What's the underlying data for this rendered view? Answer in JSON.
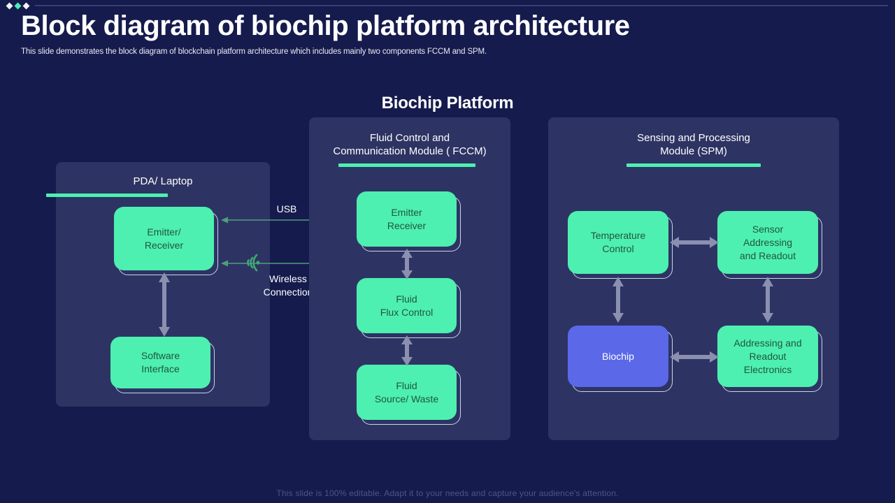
{
  "header": {
    "title": "Block diagram of biochip platform architecture",
    "subtitle": "This slide demonstrates the block diagram of blockchain platform architecture which includes mainly two components FCCM and SPM.",
    "decor_icons": [
      "diamond-icon",
      "diamond-icon",
      "diamond-icon"
    ]
  },
  "diagram": {
    "title": "Biochip Platform",
    "panels": [
      {
        "id": "pda",
        "heading": "PDA/ Laptop",
        "nodes": [
          {
            "label": "Emitter/\nReceiver",
            "line1": "Emitter/",
            "line2": "Receiver",
            "color": "#4DF0B0"
          },
          {
            "label": "Software\nInterface",
            "line1": "Software",
            "line2": "Interface",
            "color": "#4DF0B0"
          }
        ]
      },
      {
        "id": "fccm",
        "heading_line1": "Fluid Control and",
        "heading_line2": "Communication Module ( FCCM)",
        "nodes": [
          {
            "line1": "Emitter",
            "line2": "Receiver",
            "color": "#4DF0B0"
          },
          {
            "line1": "Fluid",
            "line2": "Flux  Control",
            "color": "#4DF0B0"
          },
          {
            "line1": "Fluid",
            "line2": "Source/ Waste",
            "color": "#4DF0B0"
          }
        ]
      },
      {
        "id": "spm",
        "heading_line1": "Sensing and Processing",
        "heading_line2": "Module (SPM)",
        "nodes": [
          {
            "line1": "Temperature",
            "line2": "Control",
            "color": "#4DF0B0"
          },
          {
            "line1": "Sensor",
            "line2": "Addressing",
            "line3": "and Readout",
            "color": "#4DF0B0"
          },
          {
            "line1": "Biochip",
            "color": "#5B68E8"
          },
          {
            "line1": "Addressing and",
            "line2": "Readout",
            "line3": "Electronics",
            "color": "#4DF0B0"
          }
        ]
      }
    ],
    "connections": [
      {
        "name": "usb",
        "label": "USB",
        "style": "double-arrow",
        "color": "#4F9E7C"
      },
      {
        "name": "wireless",
        "label_line1": "Wireless",
        "label_line2": "Connection",
        "style": "double-arrow-wireless",
        "color": "#4F9E7C"
      }
    ],
    "arrow_color": "#8B8FB0",
    "accent_color": "#4DF0B0",
    "panel_bg": "#2D3463",
    "page_bg": "#161B4D",
    "biochip_color": "#5B68E8"
  },
  "footer": {
    "note": "This slide is 100% editable. Adapt it to your needs and capture your audience's attention."
  }
}
